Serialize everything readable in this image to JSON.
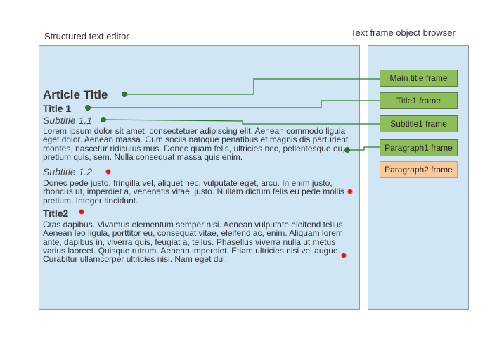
{
  "editor": {
    "title": "Structured text editor",
    "article_title": "Article Title",
    "title1": "Title 1",
    "subtitle1_1": "Subtitle 1.1",
    "para1": "Lorem ipsum dolor sit amet, consectetuer adipiscing elit. Aenean commodo ligula eget dolor. Aenean massa. Cum sociis natoque penatibus et magnis dis parturient montes, nascetur ridiculus mus. Donec quam felis, ultricies nec, pellentesque eu, pretium quis, sem. Nulla consequat massa quis enim.",
    "subtitle1_2": "Subtitle 1.2",
    "para2": "Donec pede justo, fringilla vel, aliquet nec, vulputate eget, arcu. In enim justo, rhoncus ut, imperdiet a, venenatis vitae, justo. Nullam dictum felis eu pede mollis pretium. Integer tincidunt.",
    "title2": "Title2",
    "para3": "Cras dapibus. Vivamus elementum semper nisi. Aenean vulputate eleifend tellus. Aenean leo ligula, porttitor eu, consequat vitae, eleifend ac, enim. Aliquam lorem ante, dapibus in, viverra quis, feugiat a, tellus. Phasellus viverra nulla ut metus varius laoreet. Quisque rutrum. Aenean imperdiet. Etiam ultricies nisi vel augue. Curabitur ullamcorper ultricies nisi. Nam eget dui."
  },
  "browser": {
    "title": "Text frame object browser",
    "frames": {
      "main_title": "Main title frame",
      "title1": "Title1 frame",
      "subtitle1": "Subtitle1 frame",
      "paragraph1": "Paragraph1 frame",
      "paragraph2": "Paragraph2 frame"
    }
  },
  "colors": {
    "panel": "#d1e6f4",
    "frame_linked": "#8fbd5a",
    "frame_unlinked": "#fbc99b",
    "link_line": "#2e7d2e",
    "linked_dot": "#2e7d2e",
    "unlinked_dot": "#d01818"
  }
}
